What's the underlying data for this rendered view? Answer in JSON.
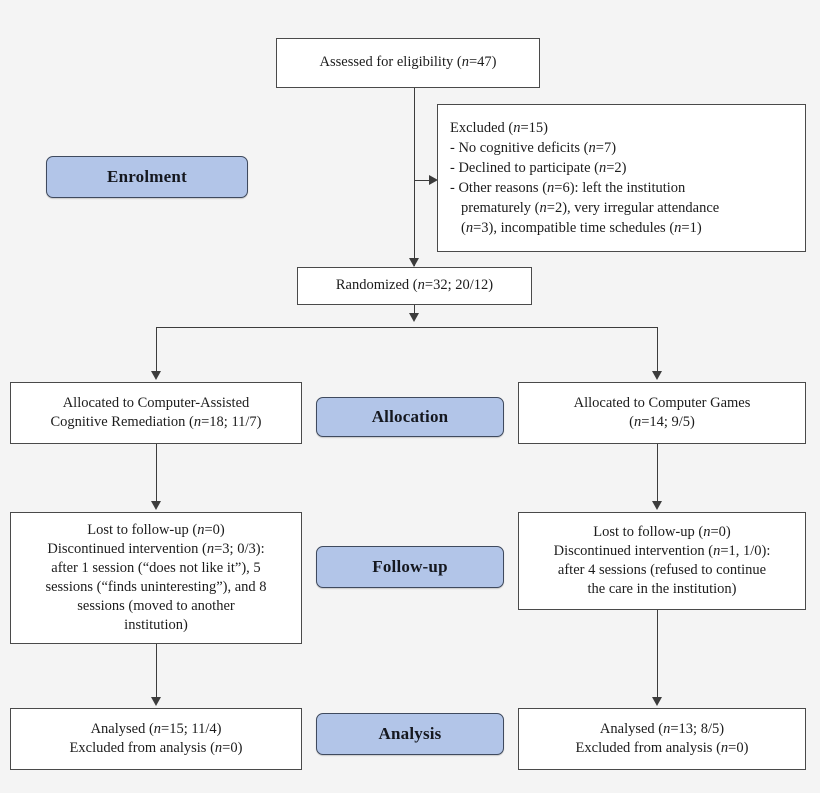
{
  "diagram": {
    "title": "CONSORT participant flow diagram",
    "colors": {
      "stage_fill": "#b2c5e8",
      "stage_border": "#3f4a5e",
      "box_border": "#4a4a4a",
      "background": "#f4f4f4",
      "connector": "#3c3c3c"
    }
  },
  "stages": {
    "enrolment": "Enrolment",
    "allocation": "Allocation",
    "followup": "Follow-up",
    "analysis": "Analysis"
  },
  "boxes": {
    "assessed": {
      "text": "Assessed for eligibility (n=47)",
      "prefix": "Assessed for eligibility (",
      "n_label": "n",
      "suffix": "=47)"
    },
    "excluded": {
      "heading_prefix": "Excluded (",
      "heading_suffix": "=15)",
      "item1_prefix": "- No cognitive deficits (",
      "item1_suffix": "=7)",
      "item2_prefix": "- Declined to participate (",
      "item2_suffix": "=2)",
      "item3_prefix": "- Other reasons (",
      "item3_mid1": "=6): left the institution",
      "item3_line2_prefix": "prematurely (",
      "item3_mid2": "=2), very irregular attendance",
      "item3_line3_prefix": "(",
      "item3_suffix": "=3), incompatible time schedules (",
      "item3_end": "=1)",
      "n_label": "n"
    },
    "randomized": {
      "prefix": "Randomized (",
      "n_label": "n",
      "suffix": "=32; 20/12)"
    },
    "alloc_left": {
      "line1": "Allocated to Computer-Assisted",
      "line2_prefix": "Cognitive Remediation (",
      "n_label": "n",
      "line2_suffix": "=18; 11/7)"
    },
    "alloc_right": {
      "line1": "Allocated to Computer Games",
      "line2_prefix": "(",
      "n_label": "n",
      "line2_suffix": "=14; 9/5)"
    },
    "followup_left": {
      "line1_prefix": "Lost to follow-up (",
      "line1_suffix": "=0)",
      "line2_prefix": "Discontinued intervention (",
      "line2_suffix": "=3; 0/3):",
      "line3": "after 1 session (“does not like it”), 5",
      "line4": "sessions (“finds uninteresting”), and 8",
      "line5": "sessions (moved to another",
      "line6": "institution)",
      "n_label": "n"
    },
    "followup_right": {
      "line1_prefix": "Lost to follow-up (",
      "line1_suffix": "=0)",
      "line2_prefix": "Discontinued intervention (",
      "line2_suffix": "=1, 1/0):",
      "line3": "after 4 sessions (refused to continue",
      "line4": "the care in the institution)",
      "n_label": "n"
    },
    "analysis_left": {
      "line1_prefix": "Analysed (",
      "line1_suffix": "=15; 11/4)",
      "line2_prefix": "Excluded from analysis (",
      "line2_suffix": "=0)",
      "n_label": "n"
    },
    "analysis_right": {
      "line1_prefix": "Analysed (",
      "line1_suffix": "=13; 8/5)",
      "line2_prefix": "Excluded from analysis (",
      "line2_suffix": "=0)",
      "n_label": "n"
    }
  }
}
